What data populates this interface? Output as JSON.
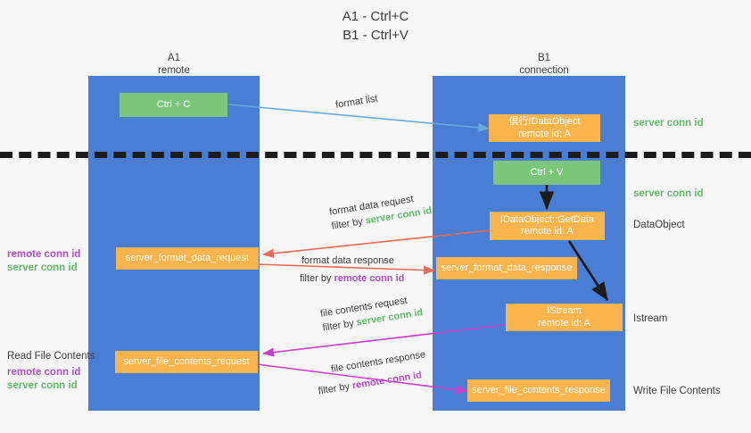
{
  "title": {
    "line1": "A1 - Ctrl+C",
    "line2": "B1 - Ctrl+V"
  },
  "colors": {
    "lane": "#4a7ed4",
    "green_box": "#7cc67c",
    "orange_box": "#fcb44d",
    "background": "#f7f7f7",
    "server_conn_id": "#5fbb6b",
    "remote_conn_id": "#b24fd0",
    "blue_arrow": "#6aa9e0",
    "red_arrow": "#f06a5a",
    "magenta_arrow": "#c93fc9",
    "black_arrow": "#1c1c1c",
    "divider": "#1c1c1c"
  },
  "lanes": [
    {
      "id": "a1",
      "title": "A1",
      "subtitle": "remote"
    },
    {
      "id": "b1",
      "title": "B1",
      "subtitle": "connection"
    }
  ],
  "boxes": [
    {
      "id": "ctrl-c",
      "kind": "green",
      "line1": "Ctrl + C",
      "line2": ""
    },
    {
      "id": "idataobject-top",
      "kind": "orange",
      "line1": "倶行IDataObject",
      "line2": "remote id: A"
    },
    {
      "id": "ctrl-v",
      "kind": "green",
      "line1": "Ctrl + V",
      "line2": ""
    },
    {
      "id": "idataobject-getdata",
      "kind": "orange",
      "line1": "IDataObject::GetData",
      "line2": "remote id: A"
    },
    {
      "id": "server-format-data-request",
      "kind": "orange",
      "line1": "server_format_data_request",
      "line2": ""
    },
    {
      "id": "server-format-data-response",
      "kind": "orange",
      "line1": "server_format_data_response",
      "line2": ""
    },
    {
      "id": "istream",
      "kind": "orange",
      "line1": "IStream",
      "line2": "remote id: A"
    },
    {
      "id": "server-file-contents-request",
      "kind": "orange",
      "line1": "server_file_contents_request",
      "line2": ""
    },
    {
      "id": "server-file-contents-response",
      "kind": "orange",
      "line1": "server_file_contents_response",
      "line2": ""
    }
  ],
  "edge_labels": {
    "format_list": "format list",
    "format_data_request": "format data request",
    "format_data_request_filter_prefix": "filter by ",
    "format_data_request_filter_key": "server conn id",
    "format_data_response": "format data response",
    "format_data_response_filter_prefix": "filter by ",
    "format_data_response_filter_key": "remote conn id",
    "file_contents_request": "file contents request",
    "file_contents_request_filter_prefix": "filter by ",
    "file_contents_request_filter_key": "server conn id",
    "file_contents_response": "file contents response",
    "file_contents_response_filter_prefix": "filter by ",
    "file_contents_response_filter_key": "remote conn id"
  },
  "right_labels": [
    {
      "id": "server-conn-id-1",
      "text": "server conn id",
      "style": "green"
    },
    {
      "id": "server-conn-id-2",
      "text": "server conn id",
      "style": "green"
    },
    {
      "id": "dataobject",
      "text": "DataObject",
      "style": "plain"
    },
    {
      "id": "istream",
      "text": "Istream",
      "style": "plain"
    },
    {
      "id": "write-file-contents",
      "text": "Write File Contents",
      "style": "plain"
    }
  ],
  "left_labels": {
    "group1_remote": "remote conn id",
    "group1_server": "server conn id",
    "read_file_contents": "Read File Contents",
    "group2_remote": "remote conn id",
    "group2_server": "server conn id"
  }
}
